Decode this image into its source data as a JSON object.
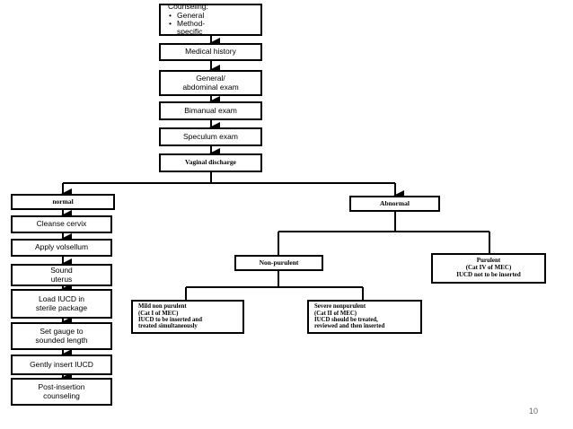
{
  "flow": {
    "counseling": {
      "title": "Counseling:",
      "bullets": [
        "General",
        "Method-",
        "specific"
      ]
    },
    "medical_history": "Medical history",
    "general_exam": "General/\nabdominal exam",
    "bimanual_exam": "Bimanual exam",
    "speculum_exam": "Speculum exam",
    "vaginal_discharge": "Vaginal discharge",
    "normal": "normal",
    "abnormal": "Abnormal",
    "normal_steps": [
      "Cleanse cervix",
      "Apply volsellum",
      "Sound\nuterus",
      "Load IUCD in\nsterile package",
      "Set gauge to\nsounded length",
      "Gently insert IUCD",
      "Post-insertion\ncounseling"
    ],
    "non_purulent": "Non-purulent",
    "purulent": "Purulent\n(Cat IV of MEC)\nIUCD not to be inserted",
    "mild_non_purulent": "Mild non purulent\n(Cat I of MEC)\nIUCD to be inserted and\ntreated simultaneously",
    "severe_nonpurulent": "Severe nonpurulent\n(Cat II of MEC)\nIUCD should be treated,\nreviewed and then inserted"
  },
  "page_number": "10"
}
